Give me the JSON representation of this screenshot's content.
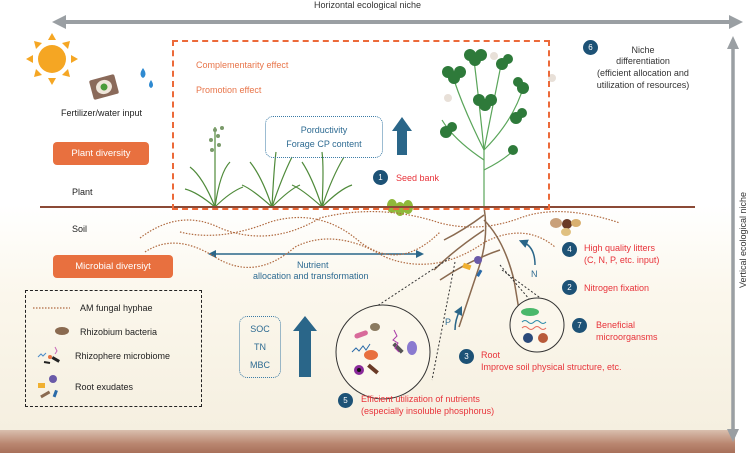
{
  "axes": {
    "horizontal_label": "Horizontal ecological niche",
    "vertical_label": "Vertical ecological niche"
  },
  "inputs": {
    "fertilizer_label": "Fertilizer/water input"
  },
  "layers": {
    "plant_diversity": "Plant diversity",
    "plant": "Plant",
    "soil": "Soil",
    "microbial_diversity": "Microbial diversiyt"
  },
  "effects": {
    "complementarity": "Complementarity effect",
    "promotion": "Promotion effect"
  },
  "productivity_box": {
    "line1": "Porductivity",
    "line2": "Forage CP content"
  },
  "soil_box": {
    "items": [
      "SOC",
      "TN",
      "MBC"
    ]
  },
  "nutrient_arrow": {
    "line1": "Nutrient",
    "line2": "allocation and transformation"
  },
  "nutrients": {
    "p": "P",
    "n": "N"
  },
  "mechanisms": [
    {
      "num": "1",
      "line1": "Seed bank",
      "line2": ""
    },
    {
      "num": "2",
      "line1": "Nitrogen fixation",
      "line2": ""
    },
    {
      "num": "3",
      "line1": "Root",
      "line2": "Improve soil physical structure, etc."
    },
    {
      "num": "4",
      "line1": "High quality litters",
      "line2": "(C, N, P, etc. input)"
    },
    {
      "num": "5",
      "line1": "Efficient utilization of nutrients",
      "line2": "(especially insoluble phosphorus)"
    },
    {
      "num": "6",
      "line1": "Niche",
      "line2": "differentiation",
      "line3": "(efficient allocation and",
      "line4": "utilization of resources)"
    },
    {
      "num": "7",
      "line1": "Beneficial",
      "line2": "microorgansms"
    }
  ],
  "legend": {
    "items": [
      {
        "icon": "hyphae-icon",
        "label": "AM fungal hyphae"
      },
      {
        "icon": "rhizobium-icon",
        "label": "Rhizobium bacteria"
      },
      {
        "icon": "microbiome-icon",
        "label": "Rhizophere microbiome"
      },
      {
        "icon": "exudates-icon",
        "label": "Root exudates"
      }
    ]
  },
  "colors": {
    "accent_orange": "#e8703f",
    "badge_blue": "#1d5276",
    "text_red": "#e8333a",
    "arrow_gray": "#9a9fa3",
    "arrow_blue": "#2a6689"
  }
}
